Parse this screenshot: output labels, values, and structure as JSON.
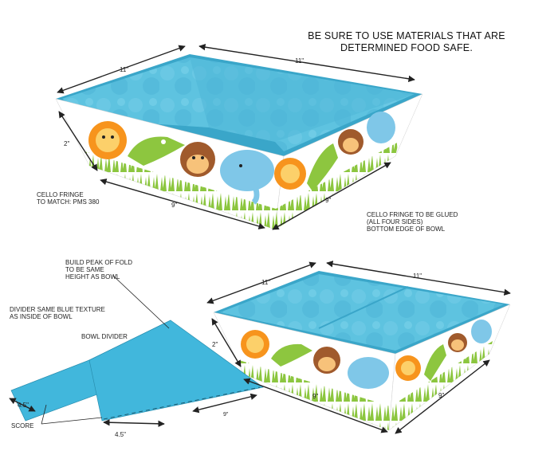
{
  "header": {
    "line1": "BE SURE TO USE MATERIALS THAT ARE",
    "line2": "DETERMINED FOOD SAFE."
  },
  "dimensions": {
    "eleven": "11\"",
    "two": "2\"",
    "nine": "9\"",
    "four_five": "4.5\"",
    "nine_small": "9\""
  },
  "notes": {
    "cello_fringe_match": [
      "CELLO FRINGE",
      "TO MATCH: PMS 380"
    ],
    "cello_fringe_glued": [
      "CELLO FRINGE TO BE GLUED",
      "(ALL FOUR SIDES)",
      "BOTTOM EDGE OF BOWL"
    ],
    "build_peak": [
      "BUILD PEAK OF FOLD",
      "TO BE SAME",
      "HEIGHT AS BOWL"
    ],
    "divider_texture": [
      "DIVIDER SAME BLUE TEXTURE",
      "AS INSIDE OF BOWL"
    ],
    "bowl_divider": "BOWL DIVIDER",
    "score": "SCORE"
  },
  "colors": {
    "blue_texture": "#5ec3e0",
    "blue_dark": "#3aa6c9",
    "grass": "#8cc63f",
    "lion": "#f7941d",
    "croc": "#8dc63f",
    "monkey": "#a05a2c",
    "elephant": "#7fc7e8"
  },
  "icons": [
    "lion-icon",
    "crocodile-icon",
    "monkey-icon",
    "elephant-icon"
  ]
}
